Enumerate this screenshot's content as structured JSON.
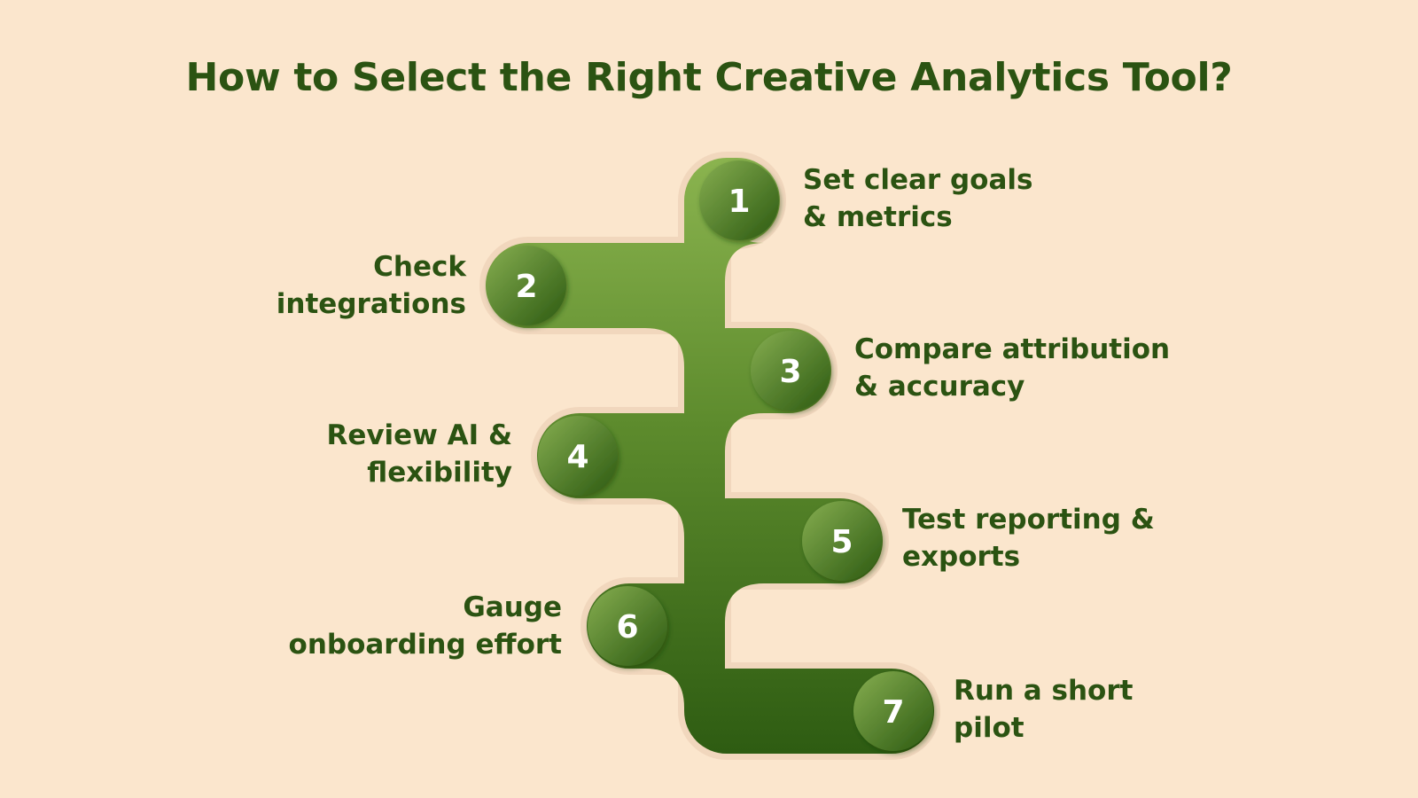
{
  "title": "How to Select the Right Creative Analytics Tool?",
  "colors": {
    "background": "#fbe6cd",
    "text": "#2b5312",
    "path_light": "#84ad4a",
    "path_dark": "#2f5e12",
    "circle_light": "#7fa84a",
    "circle_dark": "#2f5c12"
  },
  "steps": [
    {
      "number": "1",
      "label": "Set clear goals\n& metrics"
    },
    {
      "number": "2",
      "label": "Check\nintegrations"
    },
    {
      "number": "3",
      "label": "Compare attribution\n& accuracy"
    },
    {
      "number": "4",
      "label": "Review AI &\nflexibility"
    },
    {
      "number": "5",
      "label": "Test reporting &\nexports"
    },
    {
      "number": "6",
      "label": "Gauge\nonboarding effort"
    },
    {
      "number": "7",
      "label": "Run a short\npilot"
    }
  ]
}
